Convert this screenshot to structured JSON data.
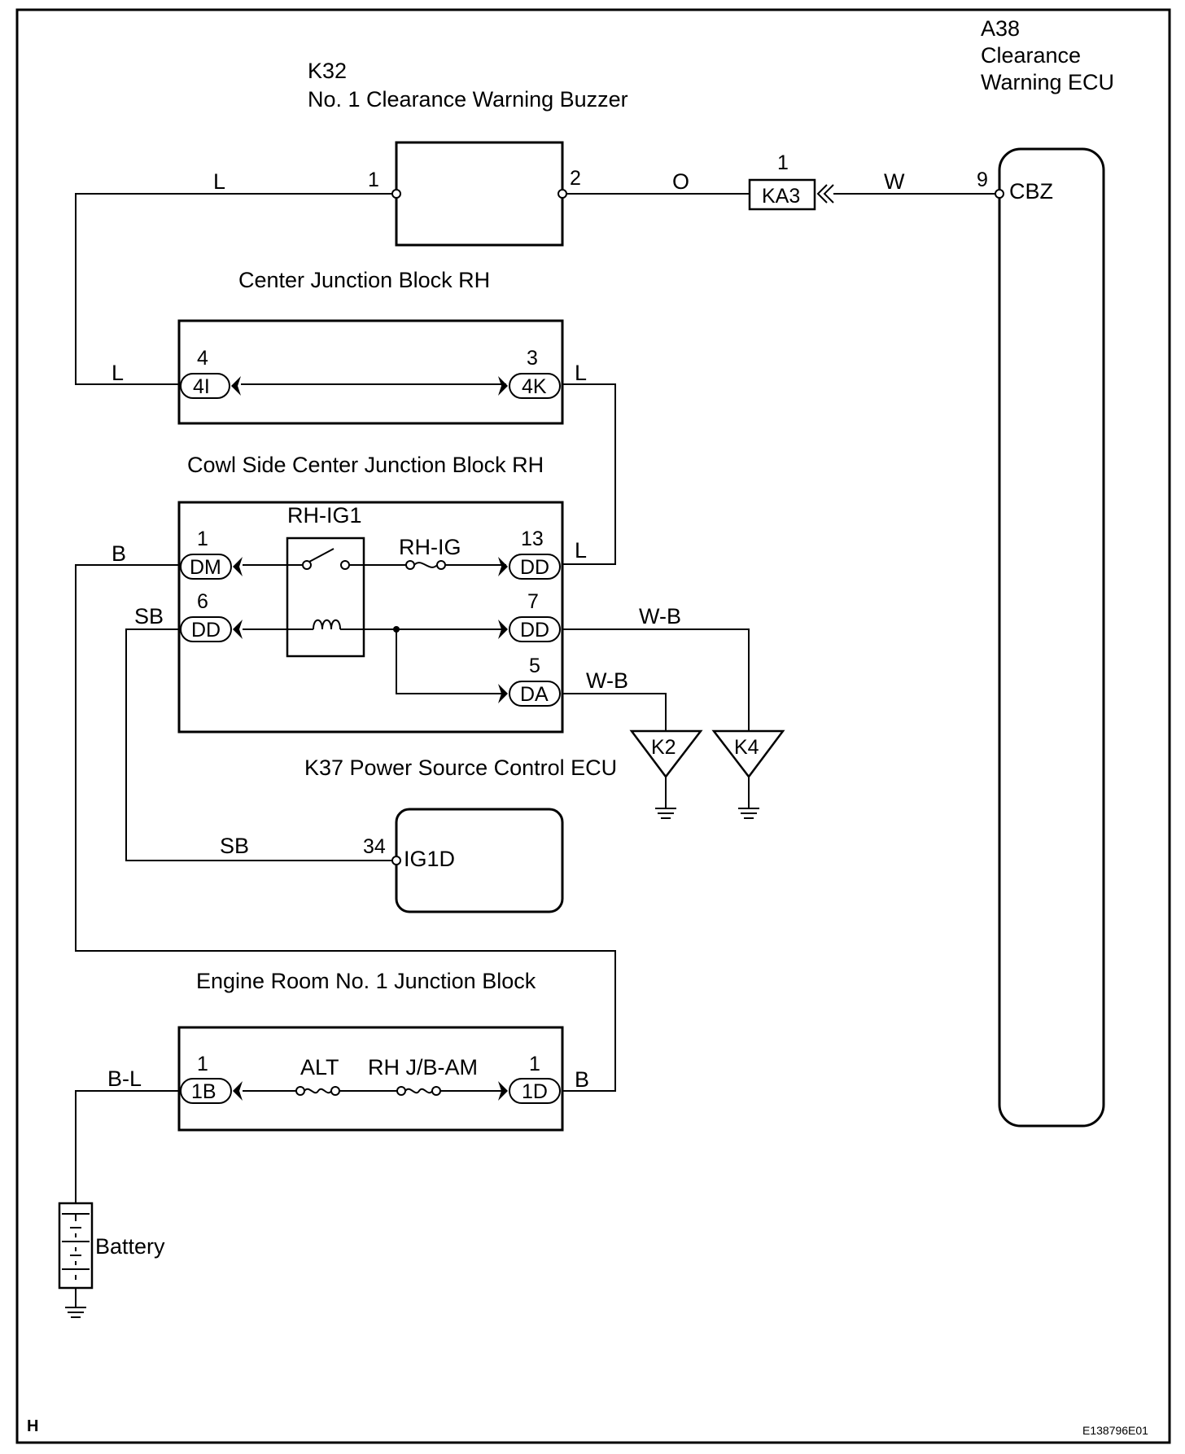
{
  "components": {
    "buzzer": {
      "code": "K32",
      "name": "No. 1 Clearance Warning Buzzer",
      "pin1": "1",
      "pin2": "2"
    },
    "ecu": {
      "code": "A38",
      "name_line1": "Clearance",
      "name_line2": "Warning ECU",
      "pin": "9",
      "terminal": "CBZ"
    },
    "connector_ka3": {
      "label": "KA3",
      "pin": "1"
    },
    "center_jb": {
      "name": "Center Junction Block RH",
      "left_pin": "4",
      "left_conn": "4I",
      "right_pin": "3",
      "right_conn": "4K"
    },
    "cowl_jb": {
      "name": "Cowl Side Center Junction Block RH",
      "relay": "RH-IG1",
      "fuse": "RH-IG",
      "pins": [
        {
          "num": "1",
          "conn": "DM"
        },
        {
          "num": "6",
          "conn": "DD"
        },
        {
          "num": "13",
          "conn": "DD"
        },
        {
          "num": "7",
          "conn": "DD"
        },
        {
          "num": "5",
          "conn": "DA"
        }
      ]
    },
    "power_ecu": {
      "name": "K37 Power Source Control ECU",
      "pin": "34",
      "terminal": "IG1D"
    },
    "engine_jb": {
      "name": "Engine Room No. 1 Junction Block",
      "left_pin": "1",
      "left_conn": "1B",
      "right_pin": "1",
      "right_conn": "1D",
      "fuse1": "ALT",
      "fuse2": "RH J/B-AM"
    },
    "battery": {
      "label": "Battery"
    },
    "grounds": [
      "K2",
      "K4"
    ]
  },
  "wires": {
    "buzzer_to_jb": "L",
    "jb_left": "L",
    "buzzer_out": "O",
    "ecu_in": "W",
    "jb_4k_out": "L",
    "cowl_13_in": "L",
    "cowl_1_in": "B",
    "cowl_6_in": "SB",
    "cowl_7_out": "W-B",
    "cowl_5_out": "W-B",
    "ecu_34_in": "SB",
    "engine_1b_in": "B-L",
    "engine_1d_out": "B"
  },
  "footer": {
    "left": "H",
    "right": "E138796E01"
  }
}
